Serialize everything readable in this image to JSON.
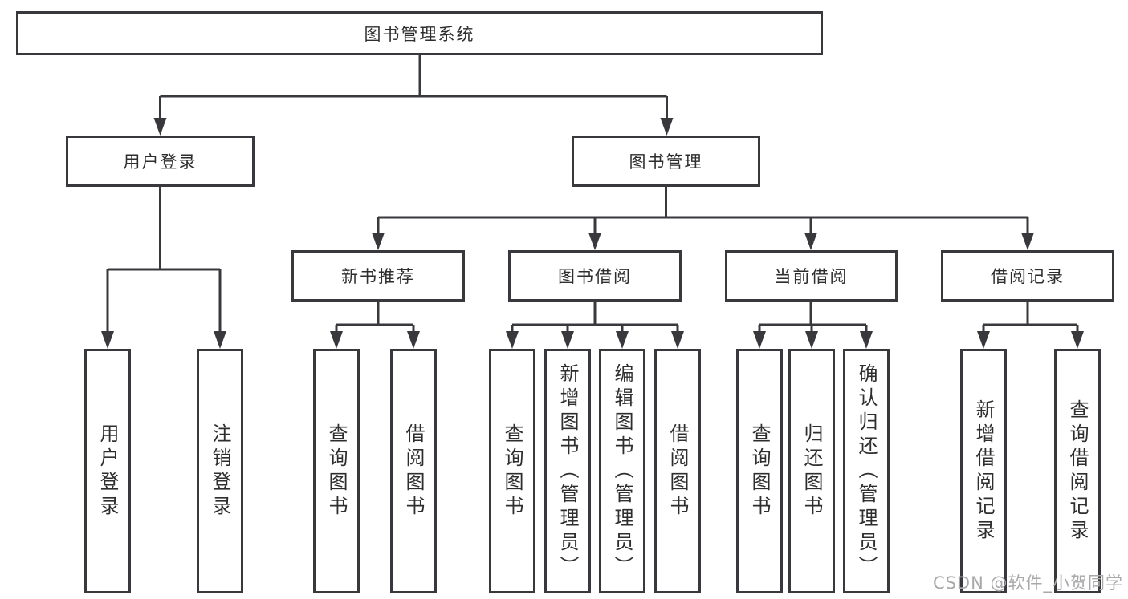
{
  "tree": {
    "label": "图书管理系统",
    "children": [
      {
        "label": "用户登录",
        "children": [
          {
            "label": "用户登录"
          },
          {
            "label": "注销登录"
          }
        ]
      },
      {
        "label": "图书管理",
        "children": [
          {
            "label": "新书推荐",
            "children": [
              {
                "label": "查询图书"
              },
              {
                "label": "借阅图书"
              }
            ]
          },
          {
            "label": "图书借阅",
            "children": [
              {
                "label": "查询图书"
              },
              {
                "label": "新增图书（管理员）"
              },
              {
                "label": "编辑图书（管理员）"
              },
              {
                "label": "借阅图书"
              }
            ]
          },
          {
            "label": "当前借阅",
            "children": [
              {
                "label": "查询图书"
              },
              {
                "label": "归还图书"
              },
              {
                "label": "确认归还（管理员）"
              }
            ]
          },
          {
            "label": "借阅记录",
            "children": [
              {
                "label": "新增借阅记录"
              },
              {
                "label": "查询借阅记录"
              }
            ]
          }
        ]
      }
    ]
  },
  "watermark": {
    "text": "CSDN @软件_小贺同学"
  },
  "colors": {
    "line": "#38383d",
    "node_border": "#38383d",
    "node_text": "#2e2e2e",
    "background": "#ffffff",
    "watermark": "#a9a9a9"
  }
}
